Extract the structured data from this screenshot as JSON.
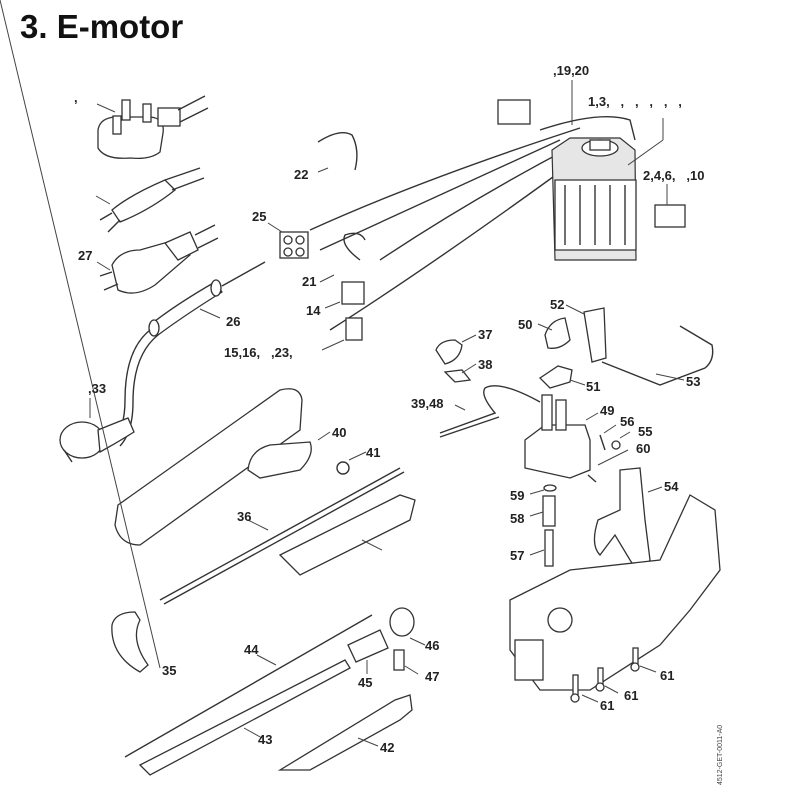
{
  "title": "3. E-motor",
  "diagram_code": "4512-GET-0011-A0",
  "labels": {
    "l_plug_uk": ",",
    "l_19_20": ",19,20",
    "l_1_3": "1,3,   ,   ,   ,   ,   ,",
    "l_2_4_6_10": "2,4,6,   ,10",
    "l_22": "22",
    "l_25": "25",
    "l_27": "27",
    "l_21": "21",
    "l_14": "14",
    "l_26": "26",
    "l_15_16_23": "15,16,   ,23,",
    "l_33": ",33",
    "l_37": "37",
    "l_38": "38",
    "l_39_48": "39,48",
    "l_40": "40",
    "l_41": "41",
    "l_36": "36",
    "l_49": "49",
    "l_50": "50",
    "l_51": "51",
    "l_52": "52",
    "l_53": "53",
    "l_54": "54",
    "l_55": "55",
    "l_56": "56",
    "l_57": "57",
    "l_58": "58",
    "l_59": "59",
    "l_60": "60",
    "l_35": "35",
    "l_42": "42",
    "l_43": "43",
    "l_44": "44",
    "l_45": "45",
    "l_46": "46",
    "l_47": "47",
    "l_61a": "61",
    "l_61b": "61",
    "l_61c": "61"
  }
}
